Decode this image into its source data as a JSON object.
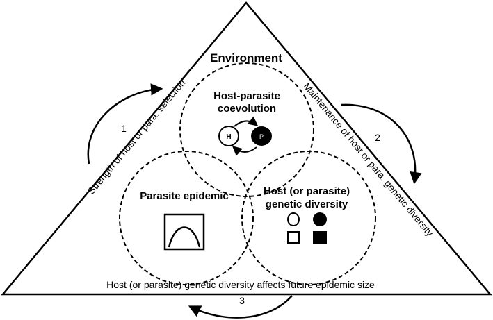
{
  "environment": "Environment",
  "coevolution": {
    "line1": "Host-parasite",
    "line2": "coevolution",
    "host_letter": "H",
    "parasite_letter": "P"
  },
  "epidemic": {
    "title": "Parasite epidemic"
  },
  "diversity": {
    "line1": "Host (or parasite)",
    "line2": "genetic diversity"
  },
  "edges": {
    "left": "Strength of host or para. selection",
    "right": "Maintenance of host or para. genetic diversity",
    "bottom": "Host (or parasite) genetic diversity affects future epidemic size"
  },
  "arrows": {
    "one": "1",
    "two": "2",
    "three": "3"
  },
  "colors": {
    "ink": "#000000",
    "paper": "#ffffff"
  }
}
